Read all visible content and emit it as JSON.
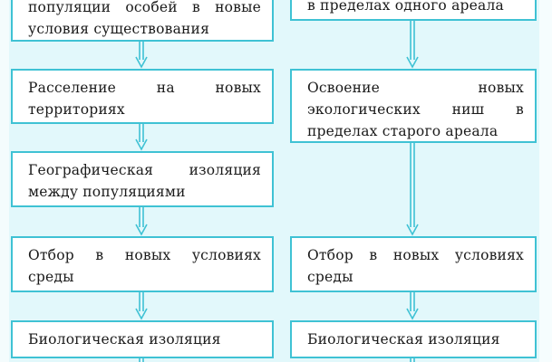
{
  "colors": {
    "box_border": "#3fc2d4",
    "arrow": "#3fc2d4",
    "background": "#e2f8fb",
    "text": "#1a1a1a"
  },
  "left_column": {
    "boxes": [
      {
        "text": "популяции особей в новые условия существования"
      },
      {
        "text": "Расселение на новых территориях"
      },
      {
        "text": "Географическая изоляция между популяциями"
      },
      {
        "text": "Отбор в новых условиях среды"
      },
      {
        "text": "Биологическая изоляция"
      }
    ]
  },
  "right_column": {
    "boxes": [
      {
        "text": "в пределах одного ареала"
      },
      {
        "text": "Освоение новых экологических ниш в пределах старого ареала"
      },
      {
        "text": "Отбор в новых условиях среды"
      },
      {
        "text": "Биологическая изоляция"
      }
    ]
  },
  "arrow_icon": "double-line-down-arrow"
}
